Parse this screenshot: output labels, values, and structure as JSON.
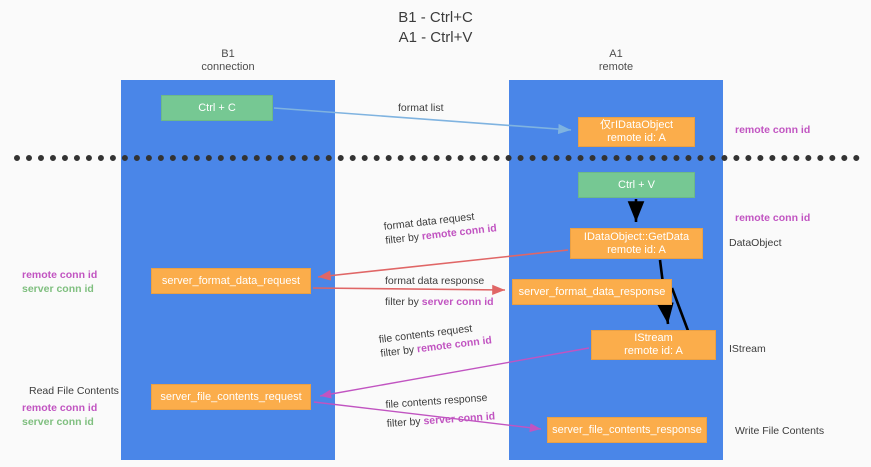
{
  "title": {
    "line1": "B1 - Ctrl+C",
    "line2": "A1 - Ctrl+V"
  },
  "lanes": [
    {
      "name": "b1",
      "line1": "B1",
      "line2": "connection",
      "color": "#4a86e8"
    },
    {
      "name": "a1",
      "line1": "A1",
      "line2": "remote",
      "color": "#4a86e8"
    }
  ],
  "nodes": {
    "ctrl_c": {
      "line1": "Ctrl + C",
      "line2": "",
      "color": "#76c893"
    },
    "idataobject": {
      "line1": "仅гIDataObject",
      "line2": "remote id: A",
      "color": "#fbad4b"
    },
    "ctrl_v": {
      "line1": "Ctrl + V",
      "line2": "",
      "color": "#76c893"
    },
    "getdata": {
      "line1": "IDataObject::GetData",
      "line2": "remote id: A",
      "color": "#fbad4b"
    },
    "server_format_data_request": {
      "line1": "server_format_data_request",
      "line2": "",
      "color": "#fbad4b"
    },
    "server_format_data_response": {
      "line1": "server_format_data_response",
      "line2": "",
      "color": "#fbad4b"
    },
    "istream": {
      "line1": "IStream",
      "line2": "remote id: A",
      "color": "#fbad4b"
    },
    "server_file_contents_request": {
      "line1": "server_file_contents_request",
      "line2": "",
      "color": "#fbad4b"
    },
    "server_file_contents_response": {
      "line1": "server_file_contents_response",
      "line2": "",
      "color": "#fbad4b"
    }
  },
  "edge_labels": {
    "format_list": {
      "text": "format list"
    },
    "format_data_request": {
      "line1": "format data request",
      "filter_prefix": "filter by ",
      "filter_key": "remote conn id",
      "filter_color": "#c154c1"
    },
    "format_data_response": {
      "line1": "format data response",
      "filter_prefix": "filter by ",
      "filter_key": "server conn id",
      "filter_color": "#c154c1"
    },
    "file_contents_request": {
      "line1": "file contents request",
      "filter_prefix": "filter by ",
      "filter_key": "remote conn id",
      "filter_color": "#c154c1"
    },
    "file_contents_response": {
      "line1": "file contents response",
      "filter_prefix": "filter by ",
      "filter_key": "server conn id",
      "filter_color": "#c154c1"
    }
  },
  "annotations": {
    "right_remote_conn_id_top": "remote conn id",
    "right_remote_conn_id_mid": "remote conn id",
    "right_dataobject": "DataObject",
    "right_istream": "IStream",
    "right_write_file_contents": "Write File Contents",
    "left_read_file_contents": "Read File Contents",
    "left_remote_conn_id_1": "remote conn id",
    "left_server_conn_id_1": "server conn id",
    "left_remote_conn_id_2": "remote conn id",
    "left_server_conn_id_2": "server conn id"
  },
  "colors": {
    "lane": "#4a86e8",
    "green_node": "#76c893",
    "orange_node": "#fbad4b",
    "purple_key": "#c154c1",
    "green_key": "#7fbf7f",
    "arrow_blue": "#9fc5e8",
    "arrow_red": "#e06666",
    "arrow_magenta": "#c154c1",
    "arrow_black": "#000000",
    "divider": "#333333",
    "background": "#fafafa"
  }
}
